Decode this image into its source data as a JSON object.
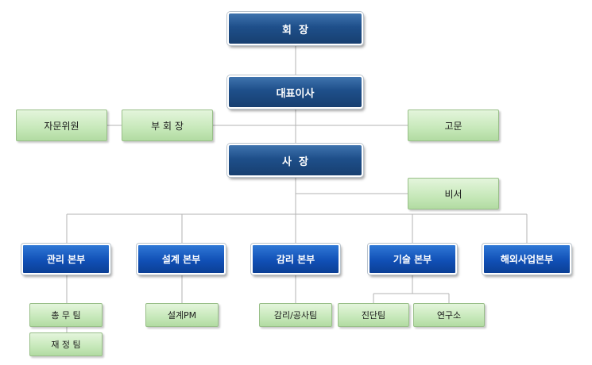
{
  "org": {
    "chairman": "회  장",
    "ceo": "대표이사",
    "advisory_committee": "자문위원",
    "vice_chairman": "부 회 장",
    "advisor": "고문",
    "president": "사  장",
    "secretary": "비서",
    "divisions": [
      {
        "label": "관리 본부"
      },
      {
        "label": "설계 본부"
      },
      {
        "label": "감리 본부"
      },
      {
        "label": "기술 본부"
      },
      {
        "label": "해외사업본부"
      }
    ],
    "teams": {
      "general_affairs": "총 무 팀",
      "finance": "재 정 팀",
      "design_pm": "설계PM",
      "supervision_construction": "감리/공사팀",
      "diagnosis": "진단팀",
      "research": "연구소"
    }
  }
}
